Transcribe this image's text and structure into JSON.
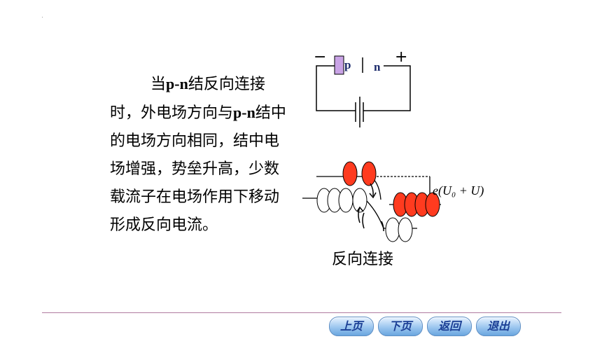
{
  "paragraph": {
    "part1": "当",
    "pn_bold_1": "p-n",
    "part2": "结反向连接时，外电场方向与",
    "pn_bold_2": "p-n",
    "part3": "结中的电场方向相同，结中电场增强，势垒升高，少数载流子在电场作用下移动形成反向电流。"
  },
  "circuit": {
    "minus": "−",
    "plus": "+",
    "p_label": "p",
    "n_label": "n"
  },
  "energy_label": "e(U₀ + U)",
  "caption": "反向连接",
  "nav": {
    "prev": "上页",
    "next": "下页",
    "back": "返回",
    "exit": "退出"
  },
  "colors": {
    "p_region": "#c9a3e6",
    "hole_fill": "#ff3b1f",
    "nav_text": "#1b3f95",
    "footer_line": "#b07aa0"
  }
}
